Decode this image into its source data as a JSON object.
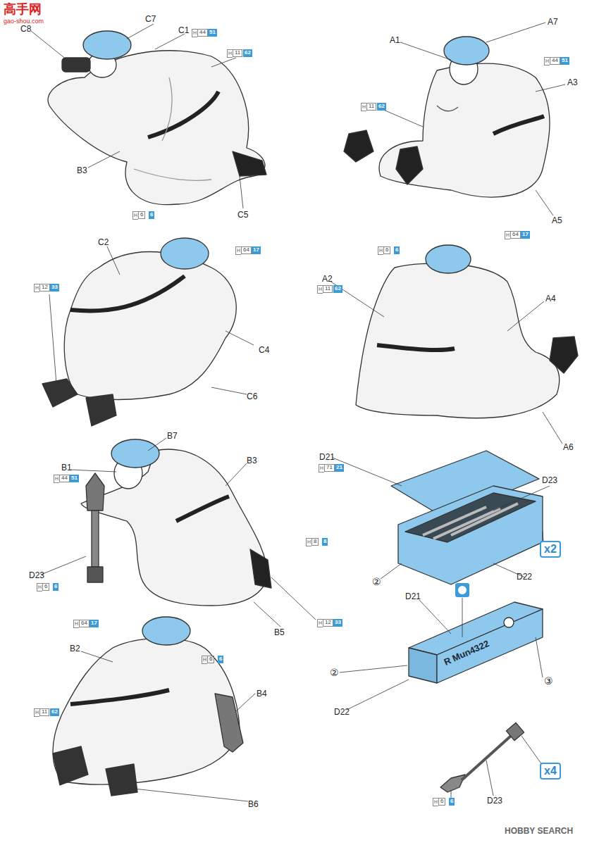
{
  "diagram": {
    "nodes": [
      {
        "text": [
          "x2"
        ]
      },
      {
        "text": [
          "x4"
        ]
      }
    ],
    "edges": [],
    "labels": [
      "高手网",
      "gao-shou.com",
      "C7",
      "C8",
      "C1",
      "H",
      "44",
      "51",
      "H",
      "11",
      "62",
      "B3",
      "C5",
      "A7",
      "A1",
      "H",
      "44",
      "51",
      "A3",
      "H",
      "11",
      "62",
      "A5",
      "H",
      "6",
      "6",
      "C2",
      "H",
      "64",
      "17",
      "H",
      "12",
      "33",
      "C4",
      "C6",
      "H",
      "64",
      "17",
      "H",
      "6",
      "6",
      "A2",
      "H",
      "11",
      "62",
      "A4",
      "A6",
      "B7",
      "B1",
      "B3",
      "H",
      "44",
      "51",
      "D23",
      "H",
      "6",
      "6",
      "H",
      "8",
      "8",
      "B5",
      "H",
      "12",
      "33",
      "H",
      "64",
      "17",
      "H",
      "6",
      "6",
      "B2",
      "B4",
      "H",
      "11",
      "62",
      "B6",
      "D21",
      "H",
      "71",
      "21",
      "D23",
      "②",
      "D22",
      "D21",
      "R Mun4322",
      "②",
      "③",
      "D22",
      "H",
      "6",
      "6",
      "D23",
      "HOBBY SEARCH"
    ]
  }
}
